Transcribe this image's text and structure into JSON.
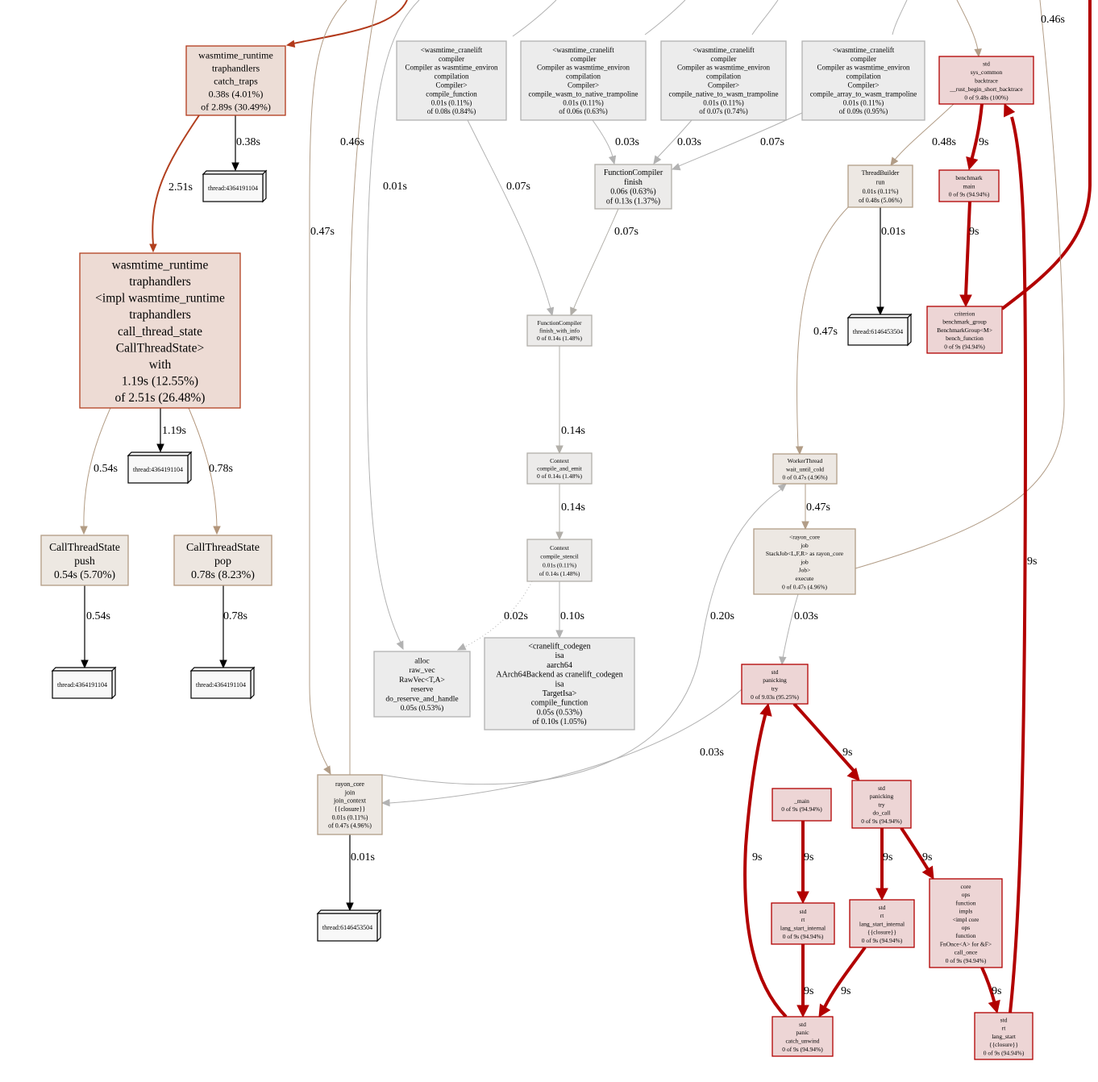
{
  "nodes": [
    {
      "id": "catch_traps",
      "lines": [
        "wasmtime_runtime",
        "traphandlers",
        "catch_traps",
        "0.38s (4.01%)",
        "of 2.89s (30.49%)"
      ],
      "fill": "#ecddd6",
      "stroke": "#b2391a"
    },
    {
      "id": "call_thread_state_with",
      "lines": [
        "wasmtime_runtime",
        "traphandlers",
        "<impl wasmtime_runtime",
        "traphandlers",
        "call_thread_state",
        "CallThreadState>",
        "with",
        "1.19s (12.55%)",
        "of 2.51s (26.48%)"
      ],
      "fill": "#eddbd4",
      "stroke": "#b2401f"
    },
    {
      "id": "cts_push",
      "lines": [
        "CallThreadState",
        "push",
        "0.54s (5.70%)"
      ],
      "fill": "#ede8e2",
      "stroke": "#b29c84"
    },
    {
      "id": "cts_pop",
      "lines": [
        "CallThreadState",
        "pop",
        "0.78s (8.23%)"
      ],
      "fill": "#ede6e0",
      "stroke": "#b2957a"
    },
    {
      "id": "compile_function",
      "lines": [
        "<wasmtime_cranelift",
        "compiler",
        "Compiler as wasmtime_environ",
        "compilation",
        "Compiler>",
        "compile_function",
        "0.01s (0.11%)",
        "of 0.08s (0.84%)"
      ],
      "fill": "#ececec",
      "stroke": "#b2b2b2"
    },
    {
      "id": "compile_wasm_to_native",
      "lines": [
        "<wasmtime_cranelift",
        "compiler",
        "Compiler as wasmtime_environ",
        "compilation",
        "Compiler>",
        "compile_wasm_to_native_trampoline",
        "0.01s (0.11%)",
        "of 0.06s (0.63%)"
      ],
      "fill": "#ececec",
      "stroke": "#b2b2b2"
    },
    {
      "id": "compile_native_to_wasm",
      "lines": [
        "<wasmtime_cranelift",
        "compiler",
        "Compiler as wasmtime_environ",
        "compilation",
        "Compiler>",
        "compile_native_to_wasm_trampoline",
        "0.01s (0.11%)",
        "of 0.07s (0.74%)"
      ],
      "fill": "#ececec",
      "stroke": "#b2b2b2"
    },
    {
      "id": "compile_array_to_wasm",
      "lines": [
        "<wasmtime_cranelift",
        "compiler",
        "Compiler as wasmtime_environ",
        "compilation",
        "Compiler>",
        "compile_array_to_wasm_trampoline",
        "0.01s (0.11%)",
        "of 0.09s (0.95%)"
      ],
      "fill": "#ececec",
      "stroke": "#b2b2b2"
    },
    {
      "id": "fc_finish",
      "lines": [
        "FunctionCompiler",
        "finish",
        "0.06s (0.63%)",
        "of 0.13s (1.37%)"
      ],
      "fill": "#ecebea",
      "stroke": "#b2afa9"
    },
    {
      "id": "fc_finish_with_info",
      "lines": [
        "FunctionCompiler",
        "finish_with_info",
        "0 of 0.14s (1.48%)"
      ],
      "fill": "#ecebea",
      "stroke": "#b2afa9"
    },
    {
      "id": "ctx_compile_and_emit",
      "lines": [
        "Context",
        "compile_and_emit",
        "0 of 0.14s (1.48%)"
      ],
      "fill": "#ecebea",
      "stroke": "#b2afa9"
    },
    {
      "id": "ctx_compile_stencil",
      "lines": [
        "Context",
        "compile_stencil",
        "0.01s (0.11%)",
        "of 0.14s (1.48%)"
      ],
      "fill": "#ecebea",
      "stroke": "#b2afa9"
    },
    {
      "id": "alloc_reserve",
      "lines": [
        "alloc",
        "raw_vec",
        "RawVec<T,A>",
        "reserve",
        "do_reserve_and_handle",
        "0.05s (0.53%)"
      ],
      "fill": "#ececec",
      "stroke": "#b2b2b2"
    },
    {
      "id": "aarch64_compile",
      "lines": [
        "<cranelift_codegen",
        "isa",
        "aarch64",
        "AArch64Backend as cranelift_codegen",
        "isa",
        "TargetIsa>",
        "compile_function",
        "0.05s (0.53%)",
        "of 0.10s (1.05%)"
      ],
      "fill": "#ececec",
      "stroke": "#b2b2b2"
    },
    {
      "id": "sys_backtrace",
      "lines": [
        "std",
        "sys_common",
        "backtrace",
        "__rust_begin_short_backtrace",
        "0 of 9.48s (100%)"
      ],
      "fill": "#edd5d5",
      "stroke": "#b20000"
    },
    {
      "id": "benchmark_main",
      "lines": [
        "benchmark",
        "main",
        "0 of 9s (94.94%)"
      ],
      "fill": "#edd5d5",
      "stroke": "#b20000"
    },
    {
      "id": "criterion_bench",
      "lines": [
        "criterion",
        "benchmark_group",
        "BenchmarkGroup<M>",
        "bench_function",
        "0 of 9s (94.94%)"
      ],
      "fill": "#edd5d5",
      "stroke": "#b20000"
    },
    {
      "id": "threadbuilder_run",
      "lines": [
        "ThreadBuilder",
        "run",
        "0.01s (0.11%)",
        "of 0.48s (5.06%)"
      ],
      "fill": "#ede8e3",
      "stroke": "#b29d87"
    },
    {
      "id": "workerthread",
      "lines": [
        "WorkerThread",
        "wait_until_cold",
        "0 of 0.47s (4.96%)"
      ],
      "fill": "#ede8e3",
      "stroke": "#b29d87"
    },
    {
      "id": "stackjob_execute",
      "lines": [
        "<rayon_core",
        "job",
        "StackJob<L,F,R> as rayon_core",
        "job",
        "Job>",
        "execute",
        "0 of 0.47s (4.96%)"
      ],
      "fill": "#ede8e3",
      "stroke": "#b29d87"
    },
    {
      "id": "std_panicking_try",
      "lines": [
        "std",
        "panicking",
        "try",
        "0 of 9.03s (95.25%)"
      ],
      "fill": "#edd5d5",
      "stroke": "#b20000"
    },
    {
      "id": "std_panicking_try_do_call",
      "lines": [
        "std",
        "panicking",
        "try",
        "do_call",
        "0 of 9s (94.94%)"
      ],
      "fill": "#edd5d5",
      "stroke": "#b20000"
    },
    {
      "id": "main",
      "lines": [
        "_main",
        "0 of 9s (94.94%)"
      ],
      "fill": "#edd5d5",
      "stroke": "#b20000"
    },
    {
      "id": "lang_start_internal",
      "lines": [
        "std",
        "rt",
        "lang_start_internal",
        "0 of 9s (94.94%)"
      ],
      "fill": "#edd5d5",
      "stroke": "#b20000"
    },
    {
      "id": "lang_start_internal_closure",
      "lines": [
        "std",
        "rt",
        "lang_start_internal",
        "{{closure}}",
        "0 of 9s (94.94%)"
      ],
      "fill": "#edd5d5",
      "stroke": "#b20000"
    },
    {
      "id": "fnonce_call_once",
      "lines": [
        "core",
        "ops",
        "function",
        "impls",
        "<impl core",
        "ops",
        "function",
        "FnOnce<A> for &F>",
        "call_once",
        "0 of 9s (94.94%)"
      ],
      "fill": "#edd5d5",
      "stroke": "#b20000"
    },
    {
      "id": "catch_unwind",
      "lines": [
        "std",
        "panic",
        "catch_unwind",
        "0 of 9s (94.94%)"
      ],
      "fill": "#edd5d5",
      "stroke": "#b20000"
    },
    {
      "id": "lang_start_closure",
      "lines": [
        "std",
        "rt",
        "lang_start",
        "{{closure}}",
        "0 of 9s (94.94%)"
      ],
      "fill": "#edd5d5",
      "stroke": "#b20000"
    },
    {
      "id": "rayon_join_context",
      "lines": [
        "rayon_core",
        "join",
        "join_context",
        "{{closure}}",
        "0.01s (0.11%)",
        "of 0.47s (4.96%)"
      ],
      "fill": "#ede8e3",
      "stroke": "#b29d87"
    }
  ],
  "threads": [
    {
      "id": "t1",
      "label": "thread:4364191104"
    },
    {
      "id": "t2",
      "label": "thread:4364191104"
    },
    {
      "id": "t3",
      "label": "thread:4364191104"
    },
    {
      "id": "t4",
      "label": "thread:4364191104"
    },
    {
      "id": "t5",
      "label": "thread:6146453504"
    },
    {
      "id": "t6",
      "label": "thread:6146453504"
    }
  ],
  "edges": [
    {
      "id": "e_top_catch",
      "label": "",
      "color": "#b2391a"
    },
    {
      "id": "e_catch_t1",
      "label": "0.38s",
      "color": "#000000"
    },
    {
      "id": "e_catch_with",
      "label": "2.51s",
      "color": "#b2401f"
    },
    {
      "id": "e_with_t2",
      "label": "1.19s",
      "color": "#000000"
    },
    {
      "id": "e_with_push",
      "label": "0.54s",
      "color": "#b29c84"
    },
    {
      "id": "e_with_pop",
      "label": "0.78s",
      "color": "#b2957a"
    },
    {
      "id": "e_push_t3",
      "label": "0.54s",
      "color": "#000000"
    },
    {
      "id": "e_pop_t4",
      "label": "0.78s",
      "color": "#000000"
    },
    {
      "id": "e_in_join_a",
      "label": "0.47s",
      "color": "#b29d87"
    },
    {
      "id": "e_in_join_b",
      "label": "0.46s",
      "color": "#b29d87"
    },
    {
      "id": "e_in_alloc",
      "label": "0.01s",
      "color": "#b2b2b2"
    },
    {
      "id": "e_cf_fcfwi",
      "label": "0.07s",
      "color": "#b2b2b2"
    },
    {
      "id": "e_w2n_fcf",
      "label": "0.03s",
      "color": "#b2b2b2"
    },
    {
      "id": "e_n2w_fcf",
      "label": "0.03s",
      "color": "#b2b2b2"
    },
    {
      "id": "e_a2w_fcf",
      "label": "0.07s",
      "color": "#b2b2b2"
    },
    {
      "id": "e_fcf_fcfwi",
      "label": "0.07s",
      "color": "#b2afa9"
    },
    {
      "id": "e_fcfwi_cae",
      "label": "0.14s",
      "color": "#b2afa9"
    },
    {
      "id": "e_cae_cs",
      "label": "0.14s",
      "color": "#b2afa9"
    },
    {
      "id": "e_cs_alloc",
      "label": "0.02s",
      "color": "#b2b2b2"
    },
    {
      "id": "e_cs_aarch",
      "label": "0.10s",
      "color": "#b2b2b2"
    },
    {
      "id": "e_join_t6",
      "label": "0.01s",
      "color": "#000000"
    },
    {
      "id": "e_top_backtrace",
      "label": "",
      "color": "#b29d87"
    },
    {
      "id": "e_backtrace_tb",
      "label": "0.48s",
      "color": "#b29d87"
    },
    {
      "id": "e_backtrace_bm",
      "label": "9s",
      "color": "#b20000"
    },
    {
      "id": "e_bm_crit",
      "label": "9s",
      "color": "#b20000"
    },
    {
      "id": "e_crit_up",
      "label": "",
      "color": "#b20000"
    },
    {
      "id": "e_tb_t5",
      "label": "0.01s",
      "color": "#000000"
    },
    {
      "id": "e_tb_wt",
      "label": "0.47s",
      "color": "#b29d87"
    },
    {
      "id": "e_wt_sj",
      "label": "0.47s",
      "color": "#b29d87"
    },
    {
      "id": "e_sj_up",
      "label": "0.46s",
      "color": "#b29d87"
    },
    {
      "id": "e_sj_pt",
      "label": "0.03s",
      "color": "#b2b2b2"
    },
    {
      "id": "e_join_wt",
      "label": "0.20s",
      "color": "#b2b2b2"
    },
    {
      "id": "e_pt_join",
      "label": "0.03s",
      "color": "#b2b2b2"
    },
    {
      "id": "e_pt_dc",
      "label": "9s",
      "color": "#b20000"
    },
    {
      "id": "e_main_lsi",
      "label": "9s",
      "color": "#b20000"
    },
    {
      "id": "e_lsi_cu",
      "label": "9s",
      "color": "#b20000"
    },
    {
      "id": "e_cu_pt",
      "label": "9s",
      "color": "#b20000"
    },
    {
      "id": "e_dc_lsic",
      "label": "9s",
      "color": "#b20000"
    },
    {
      "id": "e_dc_fn",
      "label": "9s",
      "color": "#b20000"
    },
    {
      "id": "e_lsic_cu",
      "label": "9s",
      "color": "#b20000"
    },
    {
      "id": "e_fn_ls",
      "label": "9s",
      "color": "#b20000"
    },
    {
      "id": "e_ls_backtrace",
      "label": "9s",
      "color": "#b20000"
    },
    {
      "id": "e_top_misc",
      "label": "",
      "color": "#b2b2b2"
    }
  ]
}
